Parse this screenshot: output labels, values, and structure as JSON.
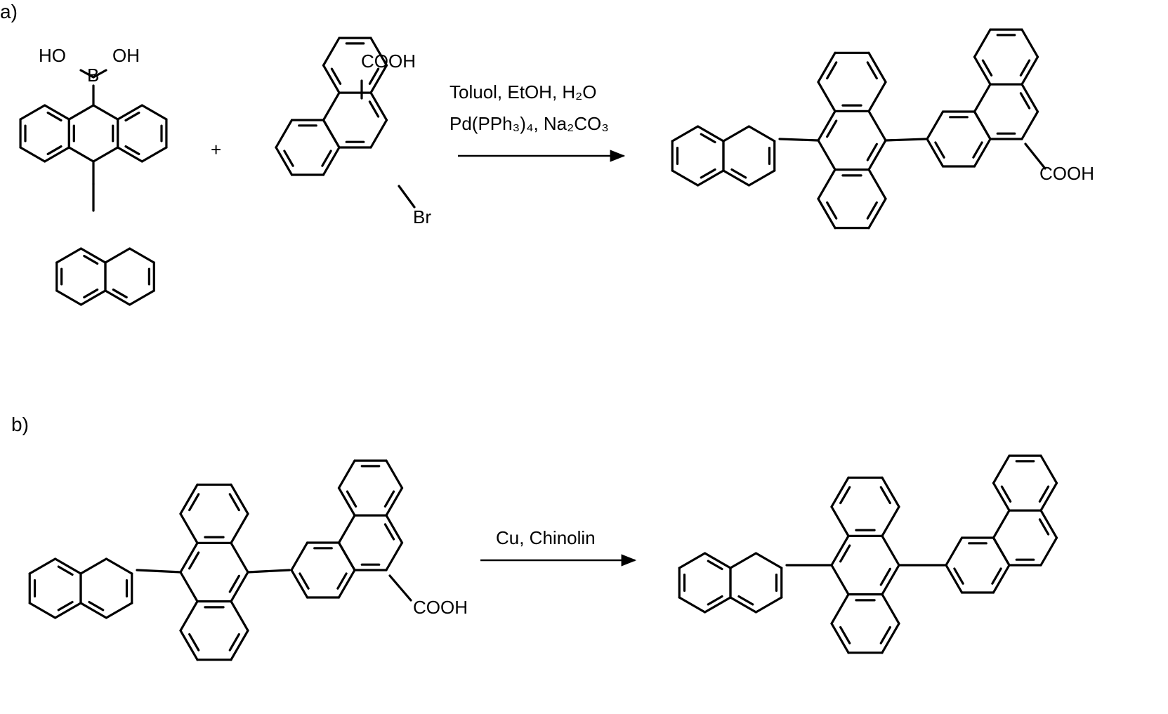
{
  "panel_a": {
    "label": "a)",
    "reactant_1": {
      "boronic": "B",
      "hydroxyl_left": "HO",
      "hydroxyl_right": "OH"
    },
    "plus": "+",
    "reactant_2": {
      "acid": "COOH",
      "halide": "Br"
    },
    "conditions_line_1": "Toluol, EtOH, H₂O",
    "conditions_line_2": "Pd(PPh₃)₄, Na₂CO₃",
    "product": {
      "acid": "COOH"
    }
  },
  "panel_b": {
    "label": "b)",
    "reactant": {
      "acid": "COOH"
    },
    "conditions": "Cu, Chinolin"
  }
}
